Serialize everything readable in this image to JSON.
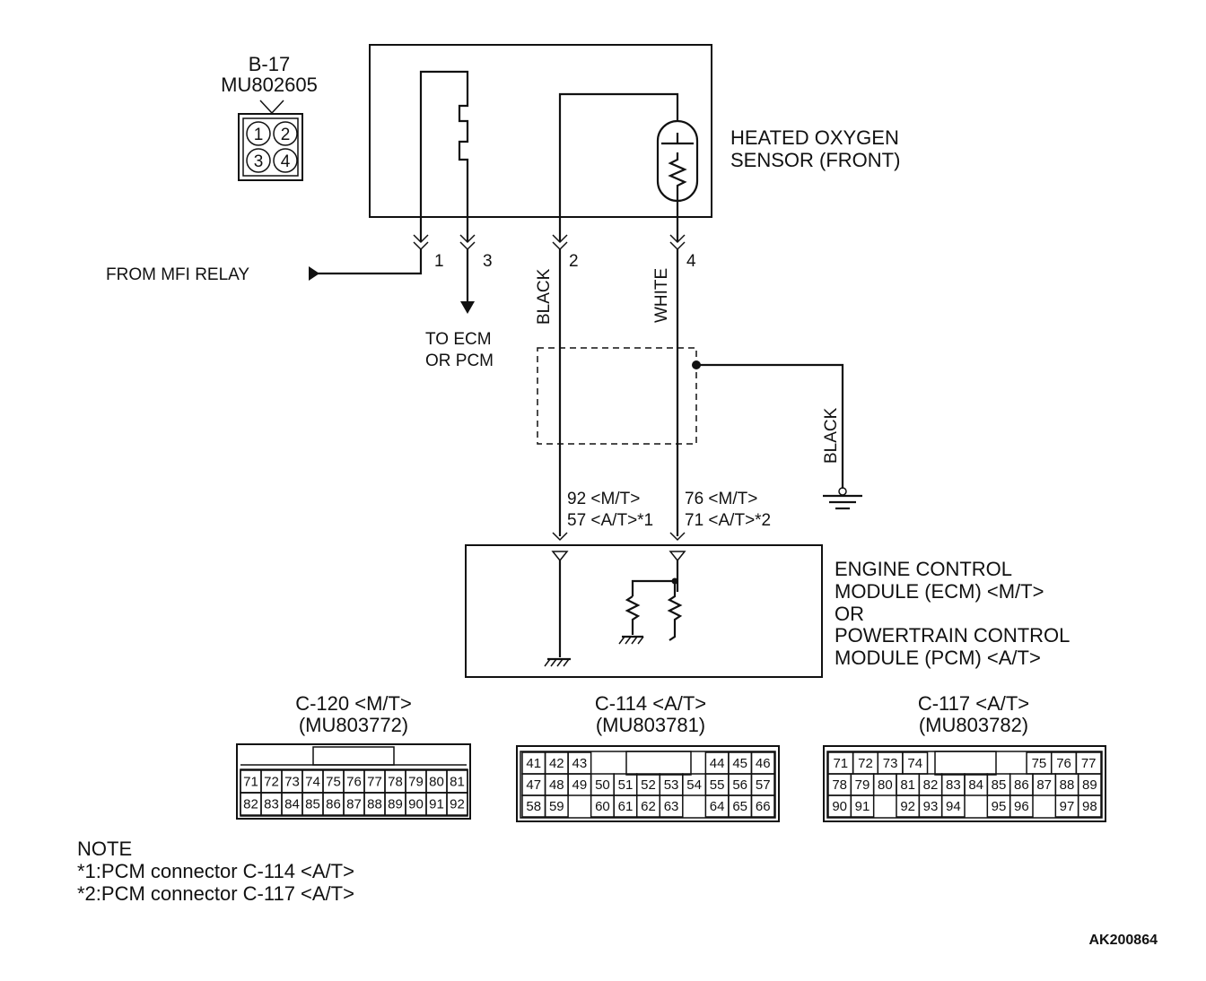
{
  "connector_b17": {
    "id": "B-17",
    "part": "MU802605",
    "pins": [
      "1",
      "2",
      "3",
      "4"
    ]
  },
  "sensor": {
    "line1": "HEATED OXYGEN",
    "line2": "SENSOR (FRONT)"
  },
  "wires": {
    "pin1": "1",
    "pin3": "3",
    "pin2": "2",
    "pin4": "4",
    "from_relay": "FROM MFI RELAY",
    "to_ecm_1": "TO ECM",
    "to_ecm_2": "OR PCM",
    "color_pin2": "BLACK",
    "color_pin4": "WHITE",
    "color_shield": "BLACK",
    "ecm_pin_a_1": "92 <M/T>",
    "ecm_pin_a_2": "57 <A/T>*1",
    "ecm_pin_b_1": "76 <M/T>",
    "ecm_pin_b_2": "71 <A/T>*2"
  },
  "ecm": {
    "line1": "ENGINE CONTROL",
    "line2": "MODULE (ECM) <M/T>",
    "line3": "OR",
    "line4": "POWERTRAIN CONTROL",
    "line5": "MODULE (PCM) <A/T>"
  },
  "connectors": [
    {
      "name": "C-120 <M/T>",
      "part": "(MU803772)",
      "rows": [
        [
          "71",
          "72",
          "73",
          "74",
          "75",
          "76",
          "77",
          "78",
          "79",
          "80",
          "81"
        ],
        [
          "82",
          "83",
          "84",
          "85",
          "86",
          "87",
          "88",
          "89",
          "90",
          "91",
          "92"
        ]
      ]
    },
    {
      "name": "C-114 <A/T>",
      "part": "(MU803781)",
      "rows": [
        [
          "41",
          "42",
          "43",
          "",
          "",
          "",
          "",
          "",
          "44",
          "45",
          "46"
        ],
        [
          "47",
          "48",
          "49",
          "50",
          "51",
          "52",
          "53",
          "54",
          "55",
          "56",
          "57"
        ],
        [
          "58",
          "59",
          "",
          "60",
          "61",
          "62",
          "63",
          "",
          "64",
          "65",
          "66"
        ]
      ]
    },
    {
      "name": "C-117 <A/T>",
      "part": "(MU803782)",
      "rows": [
        [
          "71",
          "72",
          "73",
          "74",
          "",
          "",
          "",
          "",
          "75",
          "76",
          "77"
        ],
        [
          "78",
          "79",
          "80",
          "81",
          "82",
          "83",
          "84",
          "85",
          "86",
          "87",
          "88",
          "89"
        ],
        [
          "90",
          "91",
          "",
          "92",
          "93",
          "94",
          "",
          "95",
          "96",
          "",
          "97",
          "98"
        ]
      ]
    }
  ],
  "note": {
    "title": "NOTE",
    "line1": "*1:PCM connector C-114 <A/T>",
    "line2": "*2:PCM connector C-117 <A/T>"
  },
  "code": "AK200864"
}
